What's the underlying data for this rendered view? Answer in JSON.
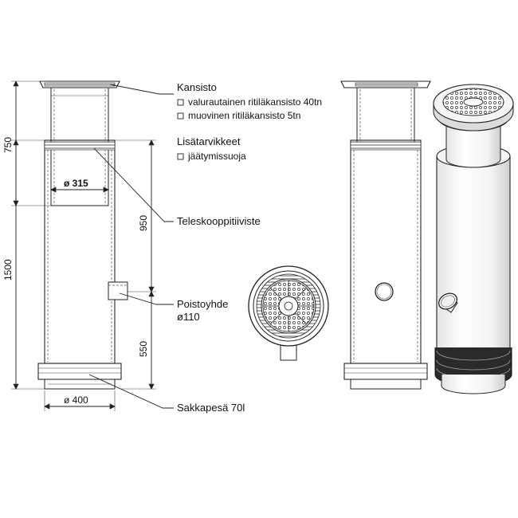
{
  "labels": {
    "kansisto": "Kansisto",
    "kansisto_opt1": "valurautainen ritiläkansisto 40tn",
    "kansisto_opt2": "muovinen ritiläkansisto 5tn",
    "lisatarvikkeet": "Lisätarvikkeet",
    "lisa_opt1": "jäätymissuoja",
    "teleskooppi": "Teleskooppitiiviste",
    "poistoyhde": "Poistoyhde",
    "poistoyhde_size": "ø110",
    "sakkapesa": "Sakkapesä 70l"
  },
  "dimensions": {
    "d315": "ø 315",
    "d400": "ø 400",
    "h750": "750",
    "h1500": "1500",
    "h950": "950",
    "h550": "550"
  },
  "checkbox_icon": "checkbox-empty-icon"
}
